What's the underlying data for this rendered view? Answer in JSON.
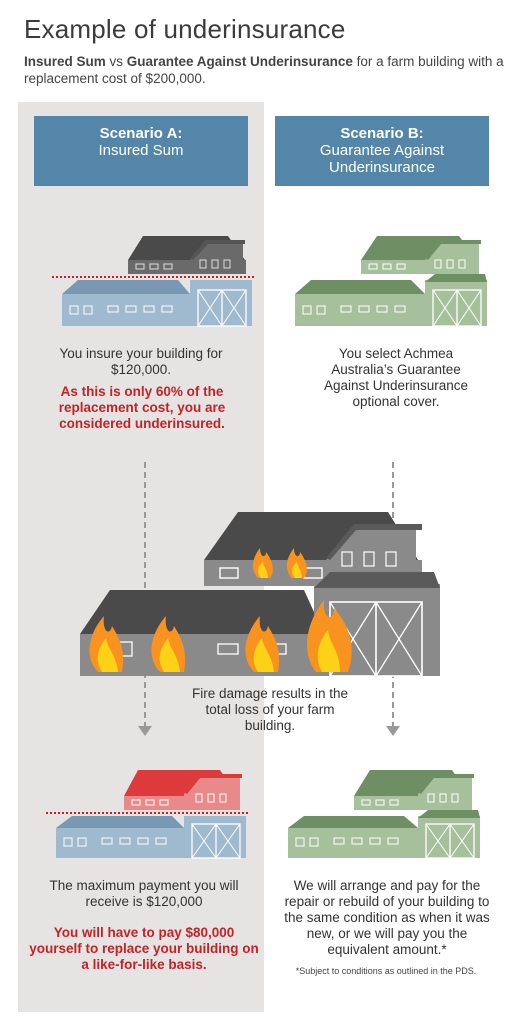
{
  "title": "Example of underinsurance",
  "subtitle": {
    "bold1": "Insured Sum",
    "vs": " vs ",
    "bold2": "Guarantee Against Underinsurance",
    "rest": " for a farm building with a replacement cost of $200,000."
  },
  "scenario_a": {
    "label": "Scenario A:",
    "name": "Insured Sum",
    "desc": "You insure your building for $120,000.",
    "warning": "As this is only 60% of the replacement cost, you are considered underinsured.",
    "result": "The maximum payment you will receive is $120,000",
    "consequence": "You will have to pay $80,000 yourself to replace your building on a like-for-like basis."
  },
  "scenario_b": {
    "label": "Scenario B:",
    "name": "Guarantee Against Underinsurance",
    "desc": "You select Achmea Australia’s Guarantee Against Underinsurance optional cover.",
    "result": "We will arrange and pay for the repair or rebuild of your building to the same condition as when it was new, or we will pay you the equivalent amount.*",
    "footnote": "*Subject to conditions as outlined in the PDS."
  },
  "fire_event": "Fire damage results in the total loss of your farm building.",
  "colors": {
    "header_blue": "#5386a8",
    "panel_gray": "#e5e4e3",
    "warning_red": "#c42227",
    "house_a_blue": "#9fb9cf",
    "house_b_green": "#a7c09c",
    "house_fire_gray": "#8a8a8a",
    "house_red": "#e8898a",
    "roof_red": "#dd3b3b"
  }
}
